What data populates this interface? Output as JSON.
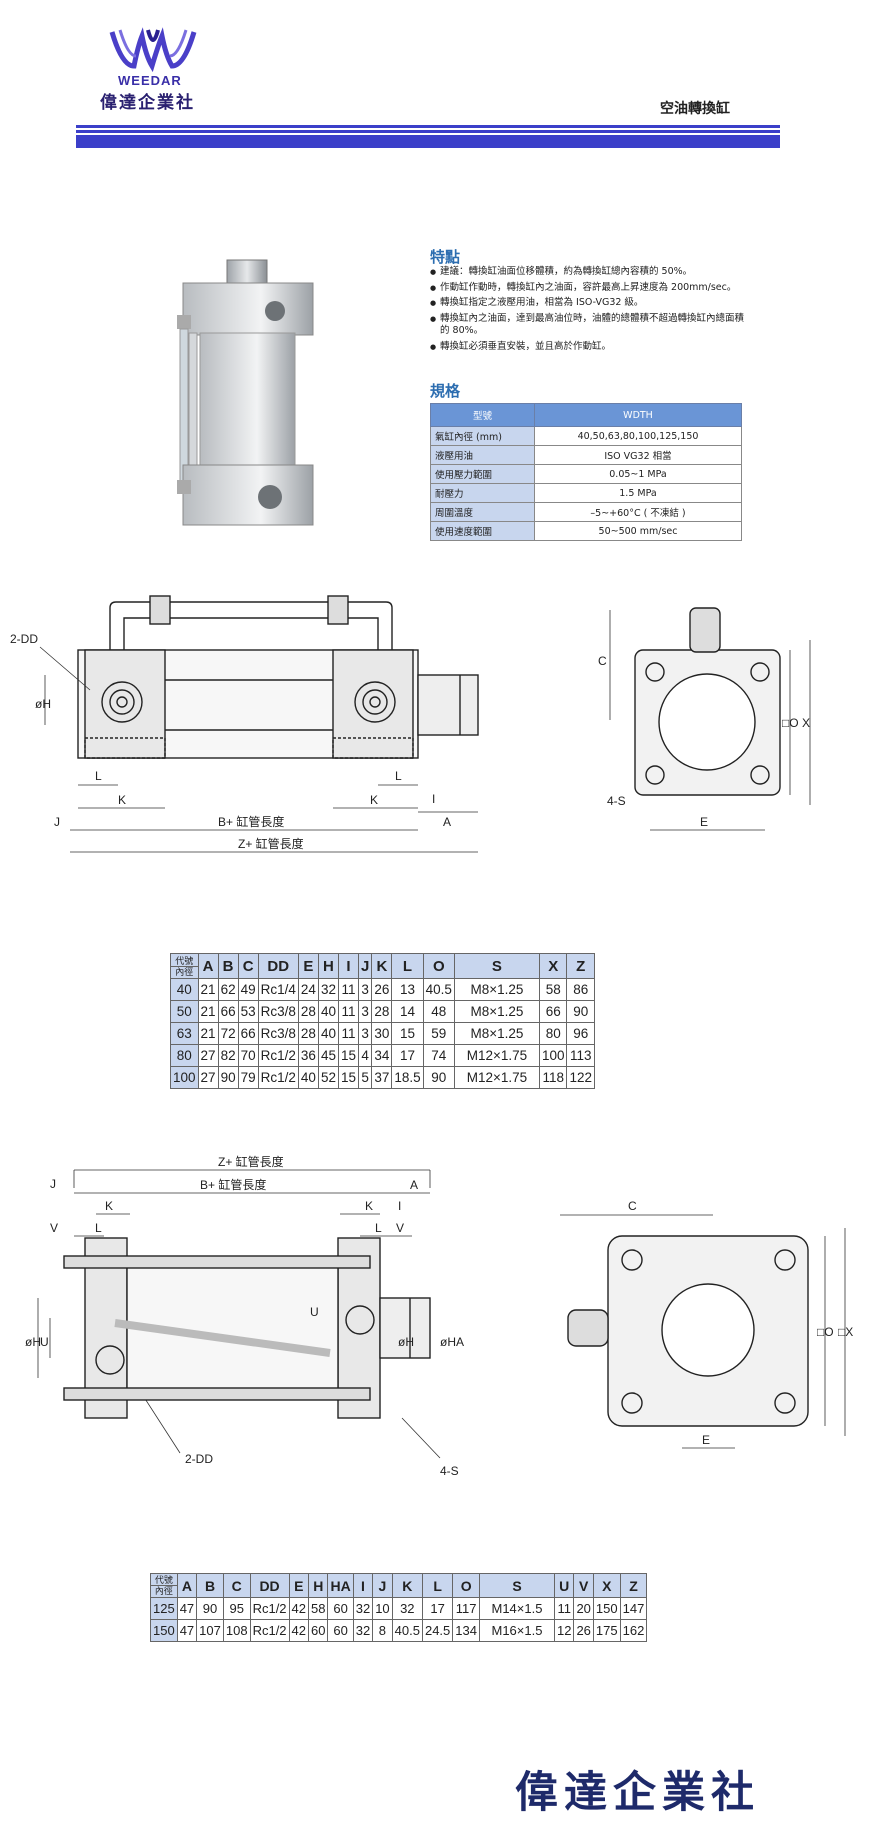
{
  "header": {
    "brand_en": "WEEDAR",
    "brand_zh": "偉達企業社",
    "product_title": "空油轉換缸",
    "bar_color": "#3b3fc9"
  },
  "features": {
    "title": "特點",
    "items": [
      "建議：轉換缸油面位移體積，約為轉換缸總內容積的 50%。",
      "作動缸作動時，轉換缸內之油面，容許最高上昇速度為 200mm/sec。",
      "轉換缸指定之液壓用油，相當為 ISO-VG32 級。",
      "轉換缸內之油面，達到最高油位時，油體的總體積不超過轉換缸內總面積的 80%。",
      "轉換缸必須垂直安裝，並且高於作動缸。"
    ]
  },
  "specs": {
    "title": "規格",
    "header": [
      "型號",
      "WDTH"
    ],
    "rows": [
      [
        "氣缸內徑 (mm)",
        "40,50,63,80,100,125,150"
      ],
      [
        "液壓用油",
        "ISO VG32 相當"
      ],
      [
        "使用壓力範圍",
        "0.05~1 MPa"
      ],
      [
        "耐壓力",
        "1.5 MPa"
      ],
      [
        "周圍溫度",
        "–5~+60°C ( 不凍結 )"
      ],
      [
        "使用速度範圍",
        "50~500 mm/sec"
      ]
    ]
  },
  "drawing1": {
    "labels": {
      "dd": "2-DD",
      "oh": "øH",
      "l1": "L",
      "l2": "L",
      "k1": "K",
      "k2": "K",
      "j": "J",
      "b": "B+ 缸管長度",
      "i": "I",
      "a": "A",
      "z": "Z+ 缸管長度",
      "c": "C",
      "o": "□O",
      "x": "X",
      "s": "4-S",
      "e": "E"
    }
  },
  "drawing2": {
    "labels": {
      "z": "Z+ 缸管長度",
      "j": "J",
      "b": "B+ 缸管長度",
      "a": "A",
      "k1": "K",
      "k2": "K",
      "i": "I",
      "v1": "V",
      "l1": "L",
      "l2": "L",
      "v2": "V",
      "oh1": "øH",
      "u1": "U",
      "u2": "U",
      "oh2": "øH",
      "oha": "øHA",
      "dd": "2-DD",
      "s": "4-S",
      "c": "C",
      "o": "□O",
      "x": "□X",
      "e": "E"
    }
  },
  "dim_table1": {
    "corner_top": "代號",
    "corner_bottom": "內徑",
    "headers": [
      "A",
      "B",
      "C",
      "DD",
      "E",
      "H",
      "I",
      "J",
      "K",
      "L",
      "O",
      "S",
      "X",
      "Z"
    ],
    "rows": [
      [
        "40",
        "21",
        "62",
        "49",
        "Rc1/4",
        "24",
        "32",
        "11",
        "3",
        "26",
        "13",
        "40.5",
        "M8×1.25",
        "58",
        "86"
      ],
      [
        "50",
        "21",
        "66",
        "53",
        "Rc3/8",
        "28",
        "40",
        "11",
        "3",
        "28",
        "14",
        "48",
        "M8×1.25",
        "66",
        "90"
      ],
      [
        "63",
        "21",
        "72",
        "66",
        "Rc3/8",
        "28",
        "40",
        "11",
        "3",
        "30",
        "15",
        "59",
        "M8×1.25",
        "80",
        "96"
      ],
      [
        "80",
        "27",
        "82",
        "70",
        "Rc1/2",
        "36",
        "45",
        "15",
        "4",
        "34",
        "17",
        "74",
        "M12×1.75",
        "100",
        "113"
      ],
      [
        "100",
        "27",
        "90",
        "79",
        "Rc1/2",
        "40",
        "52",
        "15",
        "5",
        "37",
        "18.5",
        "90",
        "M12×1.75",
        "118",
        "122"
      ]
    ]
  },
  "dim_table2": {
    "corner_top": "代號",
    "corner_bottom": "內徑",
    "headers": [
      "A",
      "B",
      "C",
      "DD",
      "E",
      "H",
      "HA",
      "I",
      "J",
      "K",
      "L",
      "O",
      "S",
      "U",
      "V",
      "X",
      "Z"
    ],
    "rows": [
      [
        "125",
        "47",
        "90",
        "95",
        "Rc1/2",
        "42",
        "58",
        "60",
        "32",
        "10",
        "32",
        "17",
        "117",
        "M14×1.5",
        "11",
        "20",
        "150",
        "147"
      ],
      [
        "150",
        "47",
        "107",
        "108",
        "Rc1/2",
        "42",
        "60",
        "60",
        "32",
        "8",
        "40.5",
        "24.5",
        "134",
        "M16×1.5",
        "12",
        "26",
        "175",
        "162"
      ]
    ]
  },
  "footer": {
    "brand_zh": "偉達企業社"
  }
}
